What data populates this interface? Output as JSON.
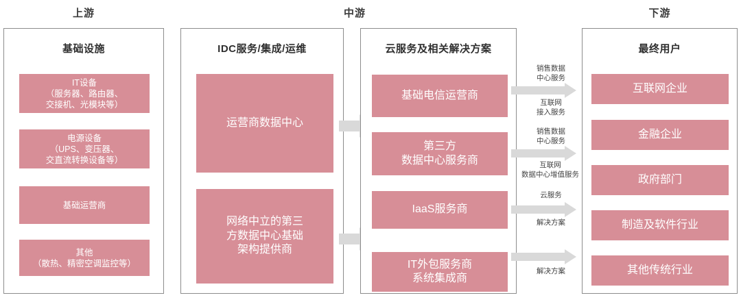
{
  "stage_titles": [
    {
      "label": "上游"
    },
    {
      "label": "中游"
    },
    {
      "label": "下游"
    }
  ],
  "columns": [
    {
      "key": "upstream-infrastructure",
      "title": "基础设施",
      "items": [
        {
          "label": "IT设备\n（服务器、路由器、\n交接机、光模块等）"
        },
        {
          "label": "电源设备\n（UPS、变压器、\n交直流转换设备等）"
        },
        {
          "label": "基础运营商"
        },
        {
          "label": "其他\n（散热、精密空调监控等）"
        }
      ]
    },
    {
      "key": "midstream-idc-service",
      "title": "IDC服务/集成/运维",
      "items": [
        {
          "label": "运营商数据中心"
        },
        {
          "label": "网络中立的第三\n方数据中心基础\n架构提供商"
        }
      ]
    },
    {
      "key": "midstream-cloud-service",
      "title": "云服务及相关解决方案",
      "items": [
        {
          "label": "基础电信运营商"
        },
        {
          "label": "第三方\n数据中心服务商"
        },
        {
          "label": "IaaS服务商"
        },
        {
          "label": "IT外包服务商\n系统集成商"
        }
      ]
    },
    {
      "key": "downstream-end-users",
      "title": "最终用户",
      "items": [
        {
          "label": "互联网企业"
        },
        {
          "label": "金融企业"
        },
        {
          "label": "政府部门"
        },
        {
          "label": "制造及软件行业"
        },
        {
          "label": "其他传统行业"
        }
      ]
    }
  ],
  "mid_arrows": [
    {
      "name": "arrow-idc-to-cloud-1"
    },
    {
      "name": "arrow-idc-to-cloud-2"
    }
  ],
  "right_arrows": [
    {
      "name": "arrow-cloud-to-user-1"
    },
    {
      "name": "arrow-cloud-to-user-2"
    },
    {
      "name": "arrow-cloud-to-user-3"
    },
    {
      "name": "arrow-cloud-to-user-4"
    }
  ],
  "flow_labels": [
    {
      "label": "销售数据\n中心服务"
    },
    {
      "label": "互联网\n接入服务"
    },
    {
      "label": "销售数据\n中心服务"
    },
    {
      "label": "互联网\n数据中心增值服务"
    },
    {
      "label": "云服务"
    },
    {
      "label": "解决方案"
    },
    {
      "label": "解决方案"
    }
  ],
  "colors": {
    "chip_fill": "#d78e97",
    "panel_border": "#8c8c8c",
    "arrow_fill": "#d9d9d9",
    "text_dark": "#3b3b3b",
    "chip_text": "#ffffff"
  }
}
